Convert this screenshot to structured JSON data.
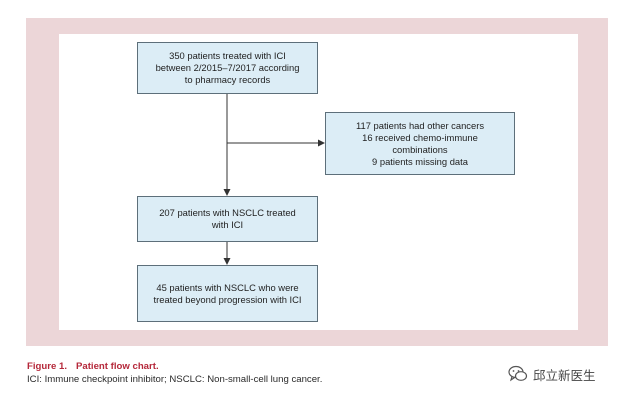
{
  "flowchart": {
    "box1": {
      "lines": [
        "350 patients treated with ICI",
        "between 2/2015–7/2017 according",
        "to pharmacy records"
      ]
    },
    "box2": {
      "lines": [
        "117 patients had other cancers",
        "16 received chemo-immune",
        "combinations",
        "9 patients missing data"
      ]
    },
    "box3": {
      "lines": [
        "207 patients with NSCLC treated",
        "with ICI"
      ]
    },
    "box4": {
      "lines": [
        "45 patients with NSCLC who were",
        "treated beyond progression with ICI"
      ]
    }
  },
  "caption": {
    "figure_number": "Figure 1.",
    "title": "Patient flow chart.",
    "note": "ICI: Immune checkpoint inhibitor; NSCLC: Non-small-cell lung cancer."
  },
  "watermark": {
    "text": "邱立新医生",
    "logo_text": "邱立新医生",
    "icon": "wechat-icon"
  },
  "colors": {
    "frame": "#ecd6d8",
    "box_fill": "#dcedf6",
    "box_border": "#5d6f7a",
    "caption": "#b5283a"
  }
}
